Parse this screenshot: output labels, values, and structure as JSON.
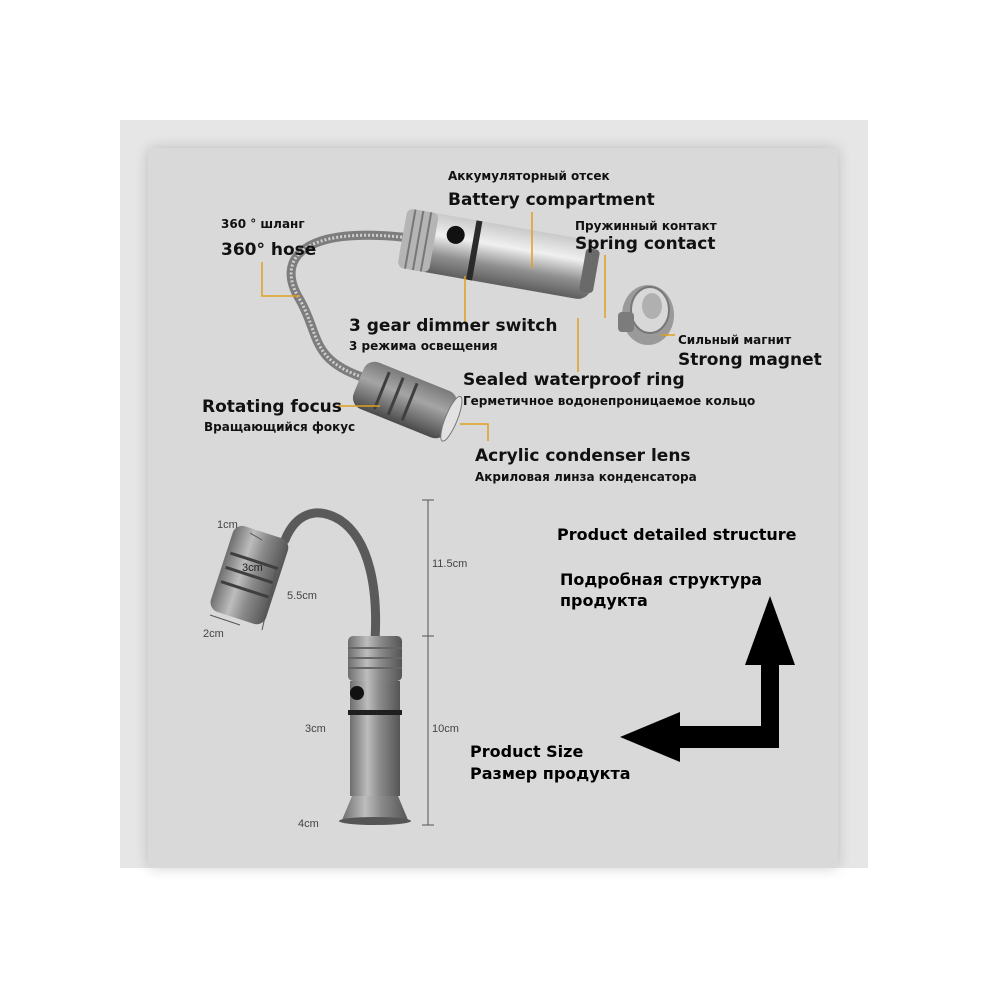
{
  "callouts": {
    "battery_ru": "Аккумуляторный отсек",
    "battery_en": "Battery compartment",
    "hose_ru": "360 ° шланг",
    "hose_en": "360° hose",
    "spring_ru": "Пружинный контакт",
    "spring_en": "Spring contact",
    "dimmer_en": "3 gear dimmer switch",
    "dimmer_ru": "3 режима освещения",
    "magnet_ru": "Сильный магнит",
    "magnet_en": "Strong magnet",
    "seal_en": "Sealed waterproof ring",
    "seal_ru": "Герметичное водонепроницаемое кольцо",
    "focus_en": "Rotating focus",
    "focus_ru": "Вращающийся фокус",
    "lens_en": "Acrylic condenser lens",
    "lens_ru": "Акриловая линза конденсатора"
  },
  "dimensions": {
    "head_height": "1cm",
    "head_diameter": "3cm",
    "head_length": "5.5cm",
    "head_width": "2cm",
    "hose_length": "11.5cm",
    "body_diameter": "3cm",
    "body_length": "10cm",
    "base_diameter": "4cm"
  },
  "headings": {
    "structure_en": "Product detailed structure",
    "structure_ru_1": "Подробная структура",
    "structure_ru_2": "продукта",
    "size_en": "Product Size",
    "size_ru": "Размер продукта"
  },
  "colors": {
    "background": "#d9d9d9",
    "callout_line": "#e0a020",
    "metal": "#8a8a8a",
    "arrow": "#000000"
  }
}
